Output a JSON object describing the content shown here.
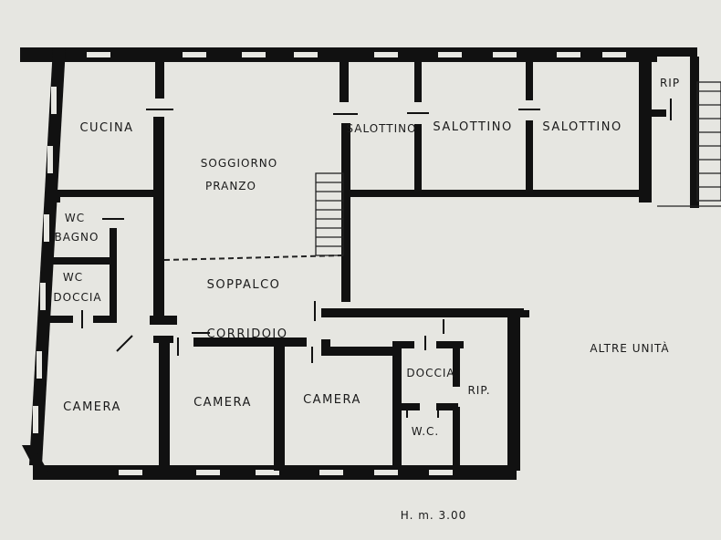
{
  "plan": {
    "rooms": {
      "cucina": "CUCINA",
      "soggiorno": "SOGGIORNO",
      "pranzo": "PRANZO",
      "salottino_1": "SALOTTINO",
      "salottino_2": "SALOTTINO",
      "salottino_3": "SALOTTINO",
      "rip_top": "RIP",
      "wc_bagno_1": "WC",
      "wc_bagno_2": "BAGNO",
      "wc_doccia_1": "WC",
      "wc_doccia_2": "DOCCIA",
      "soppalco": "SOPPALCO",
      "corridoio": "CORRIDOIO",
      "camera_1": "CAMERA",
      "camera_2": "CAMERA",
      "camera_3": "CAMERA",
      "doccia": "DOCCIA",
      "wc": "W.C.",
      "rip_bottom": "RIP.",
      "altre_unita": "ALTRE UNITÀ"
    },
    "height_note": "H. m. 3.00"
  }
}
